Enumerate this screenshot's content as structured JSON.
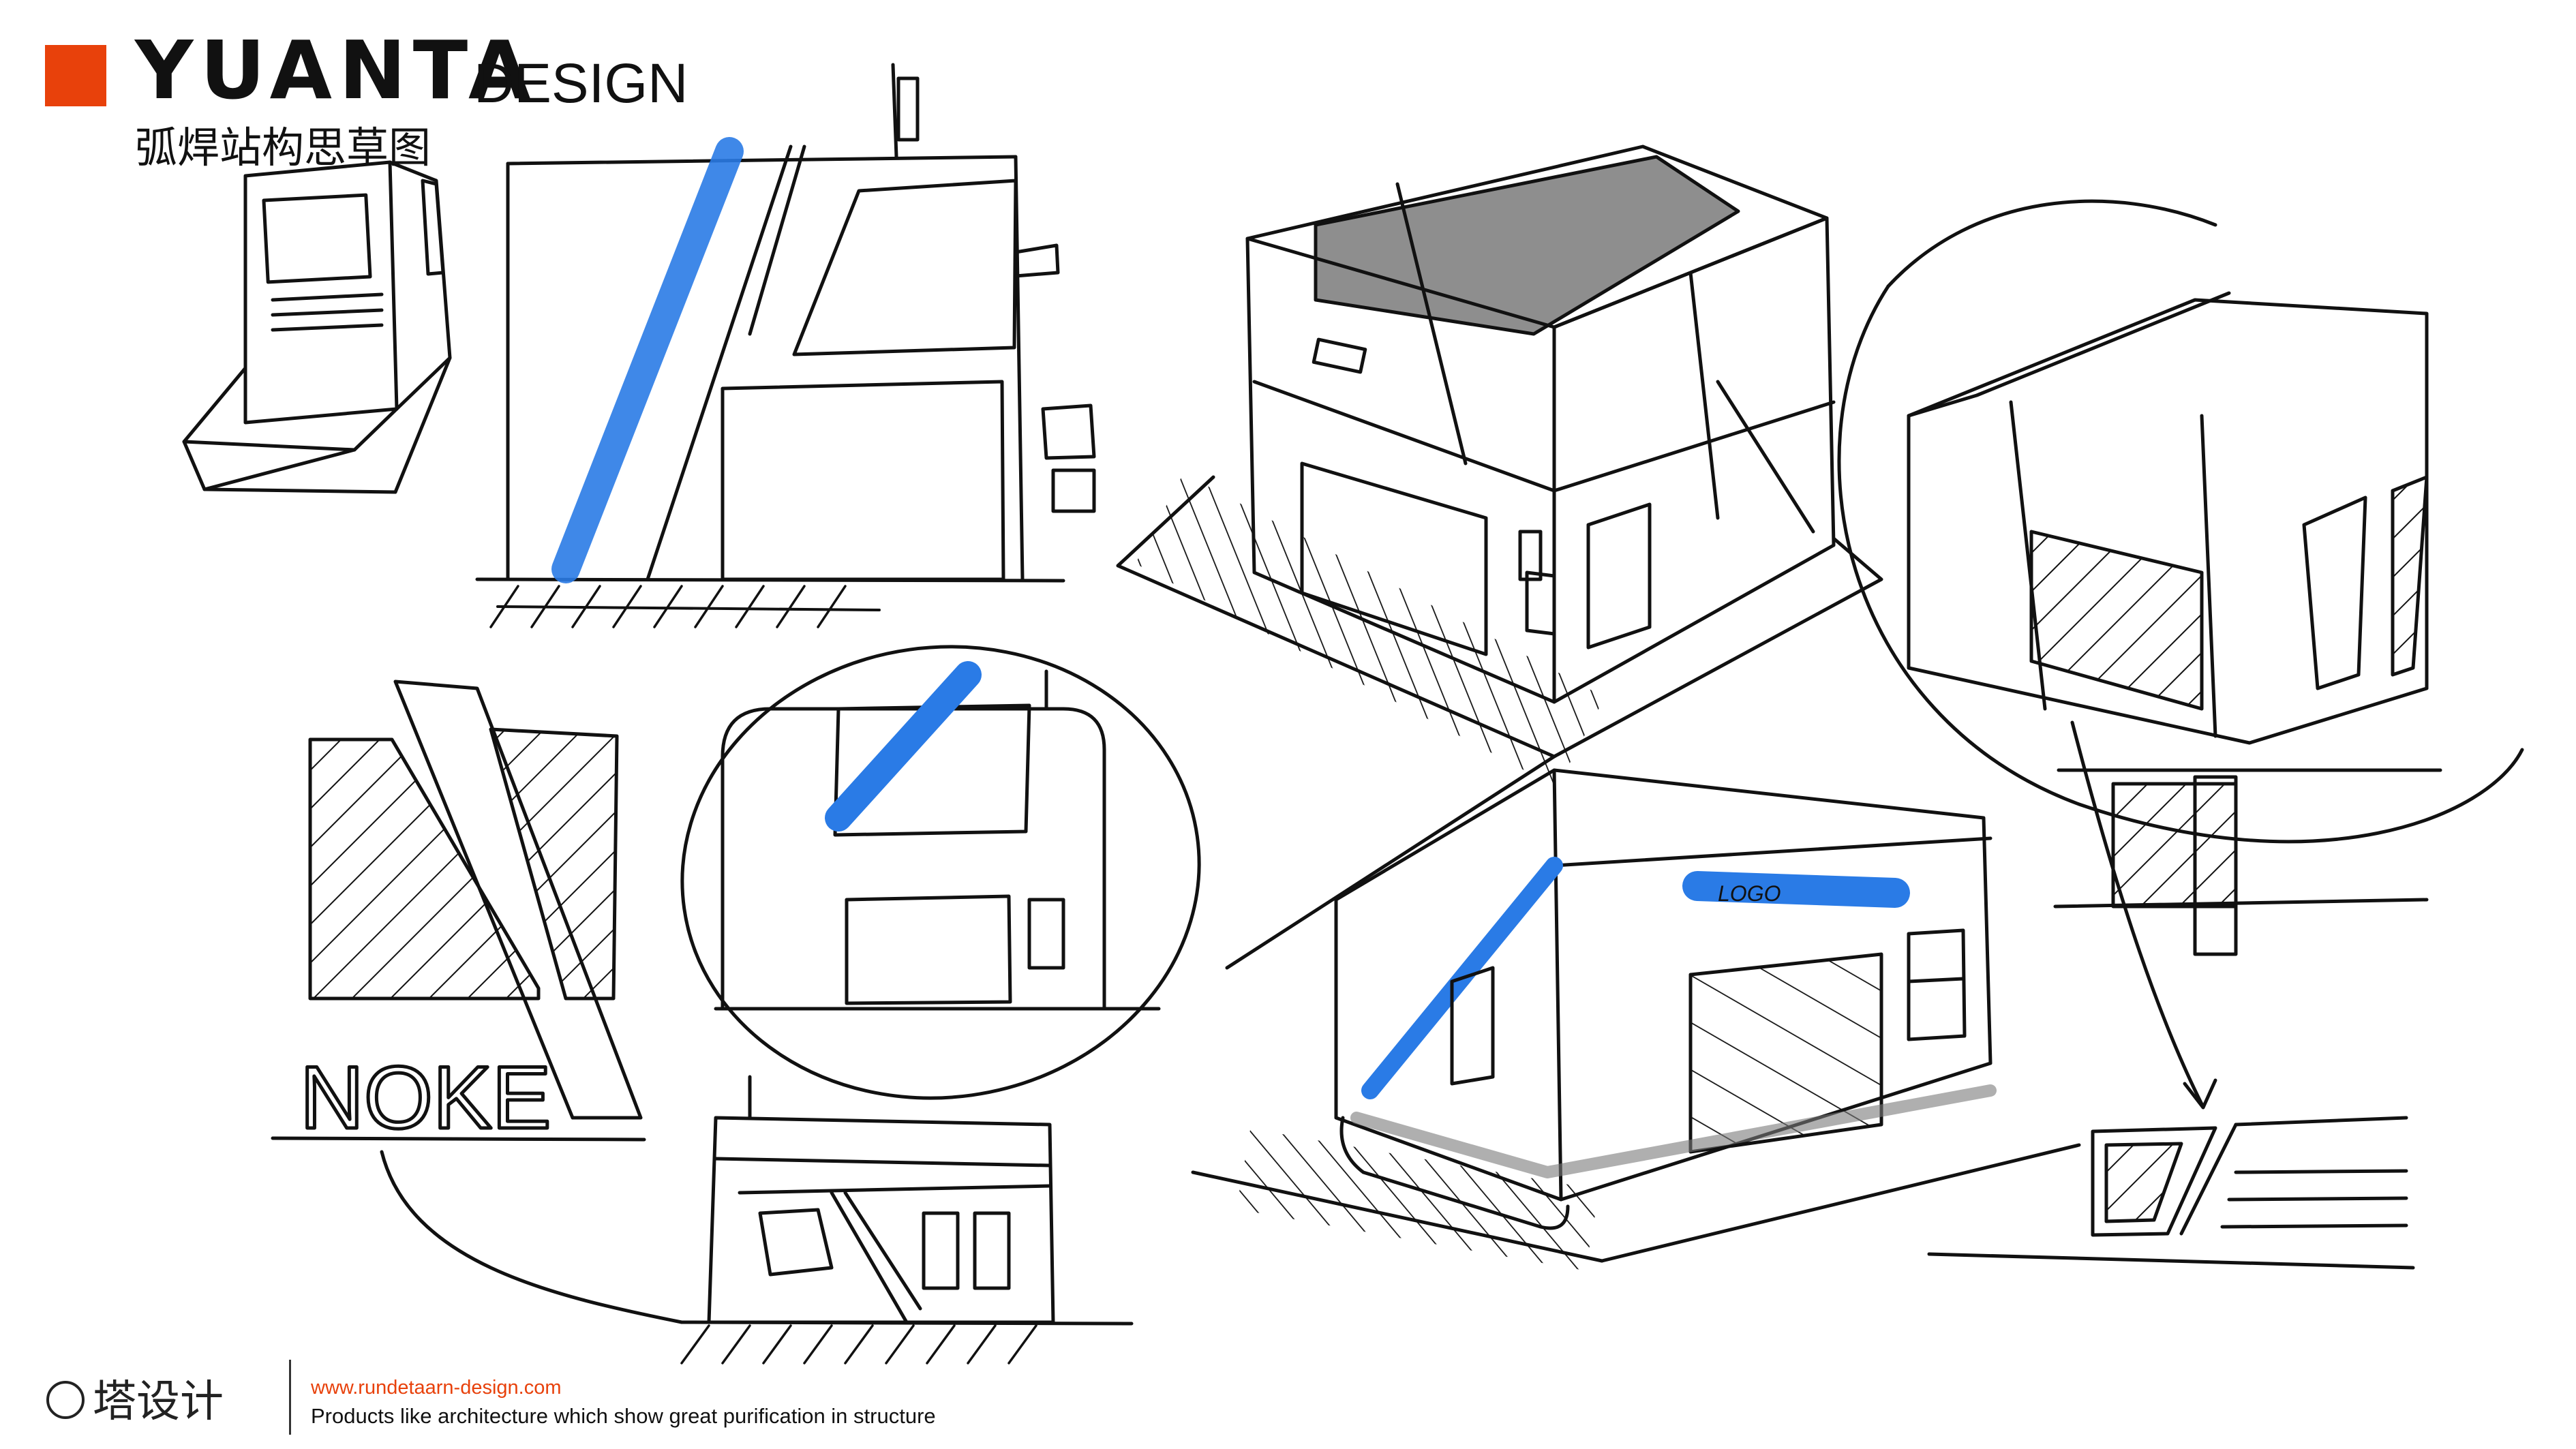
{
  "header": {
    "brand_name": "YUANTA",
    "brand_suffix": "DESIGN",
    "subtitle": "弧焊站构思草图",
    "accent_color": "#e8410b"
  },
  "sketch": {
    "nameplate_text": "NOKE",
    "logo_text": "LOGO",
    "highlight_color": "#2a7be6",
    "tint_color": "#7a7a7a"
  },
  "footer": {
    "logo_text": "塔设计",
    "url": "www.rundetaarn-design.com",
    "tagline": "Products like architecture which show great purification in structure"
  }
}
